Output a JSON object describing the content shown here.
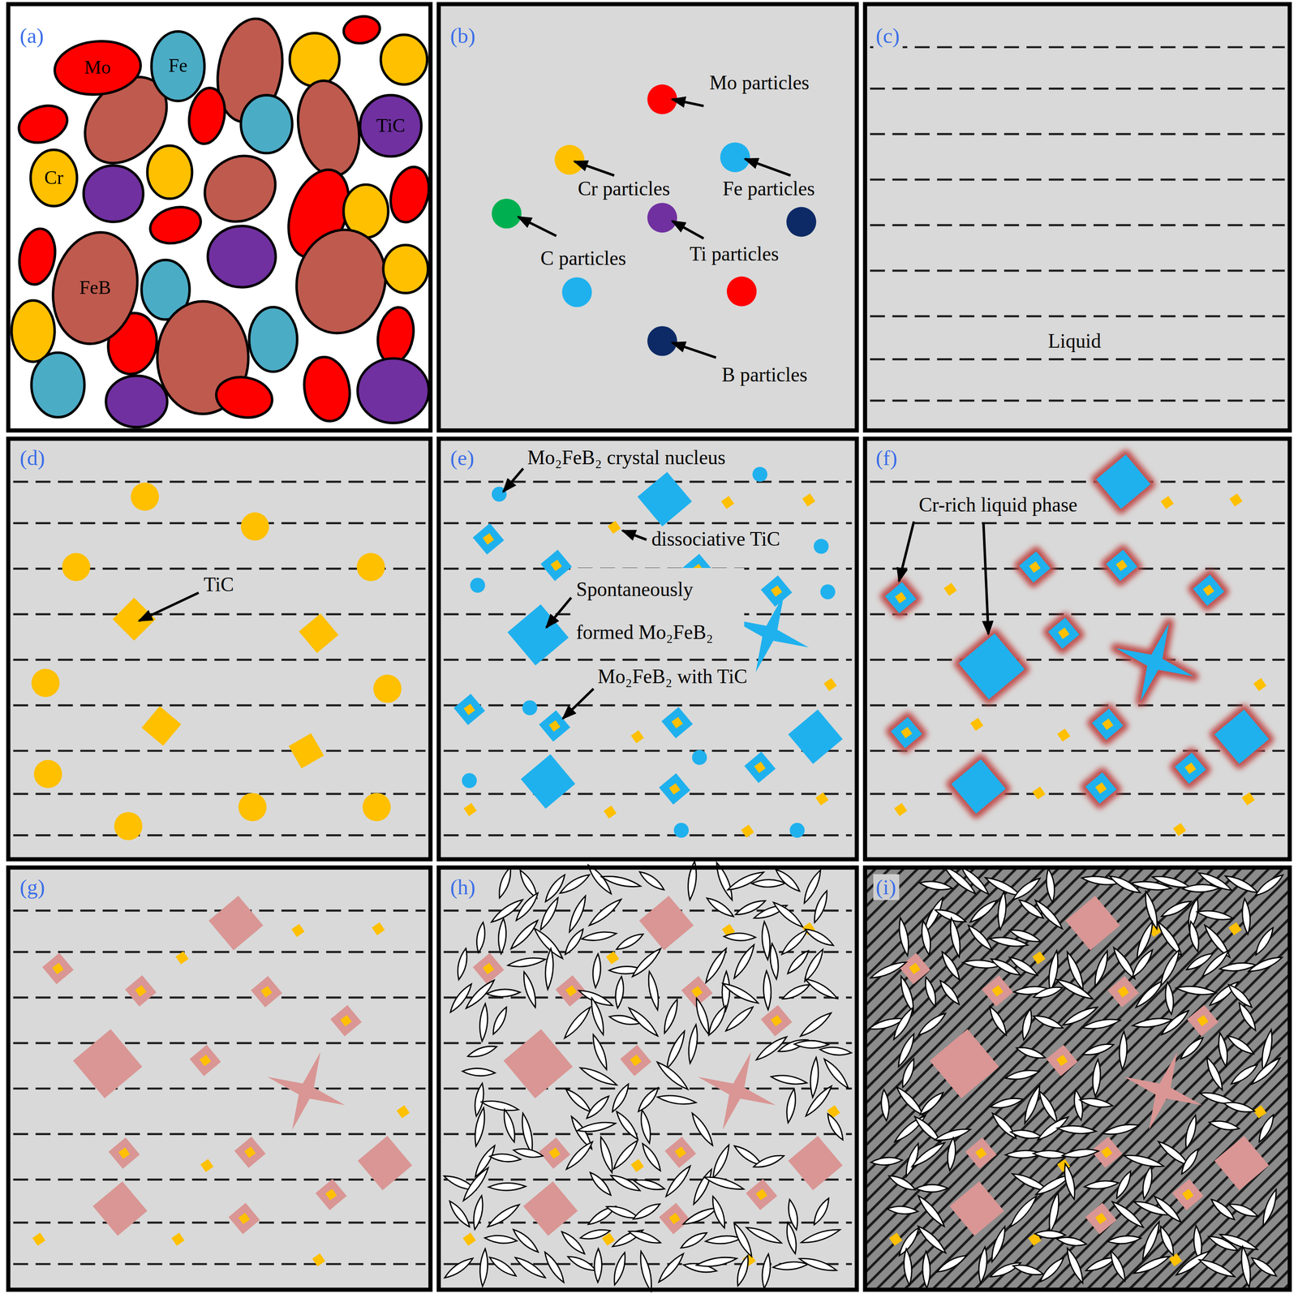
{
  "diagram": {
    "nodes": [
      {
        "text": [
          "Mo"
        ]
      },
      {
        "text": [
          "Fe"
        ]
      },
      {
        "text": [
          "TiC"
        ]
      },
      {
        "text": [
          "Cr"
        ]
      },
      {
        "text": [
          "FeB"
        ]
      }
    ],
    "labels": [
      "(a)",
      "(b)",
      "Mo particles",
      "Cr particles",
      "Fe particles",
      "C particles",
      "Ti particles",
      "B particles",
      "(c)",
      "Liquid",
      "(d)",
      "TiC",
      "(e)",
      "Mo₂FeB₂ crystal nucleus",
      "dissociative TiC",
      "Spontaneously formed Mo₂FeB₂",
      "Mo₂FeB₂ with TiC",
      "(f)",
      "Cr-rich liquid phase",
      "(g)",
      "(h)",
      "(i)"
    ]
  }
}
